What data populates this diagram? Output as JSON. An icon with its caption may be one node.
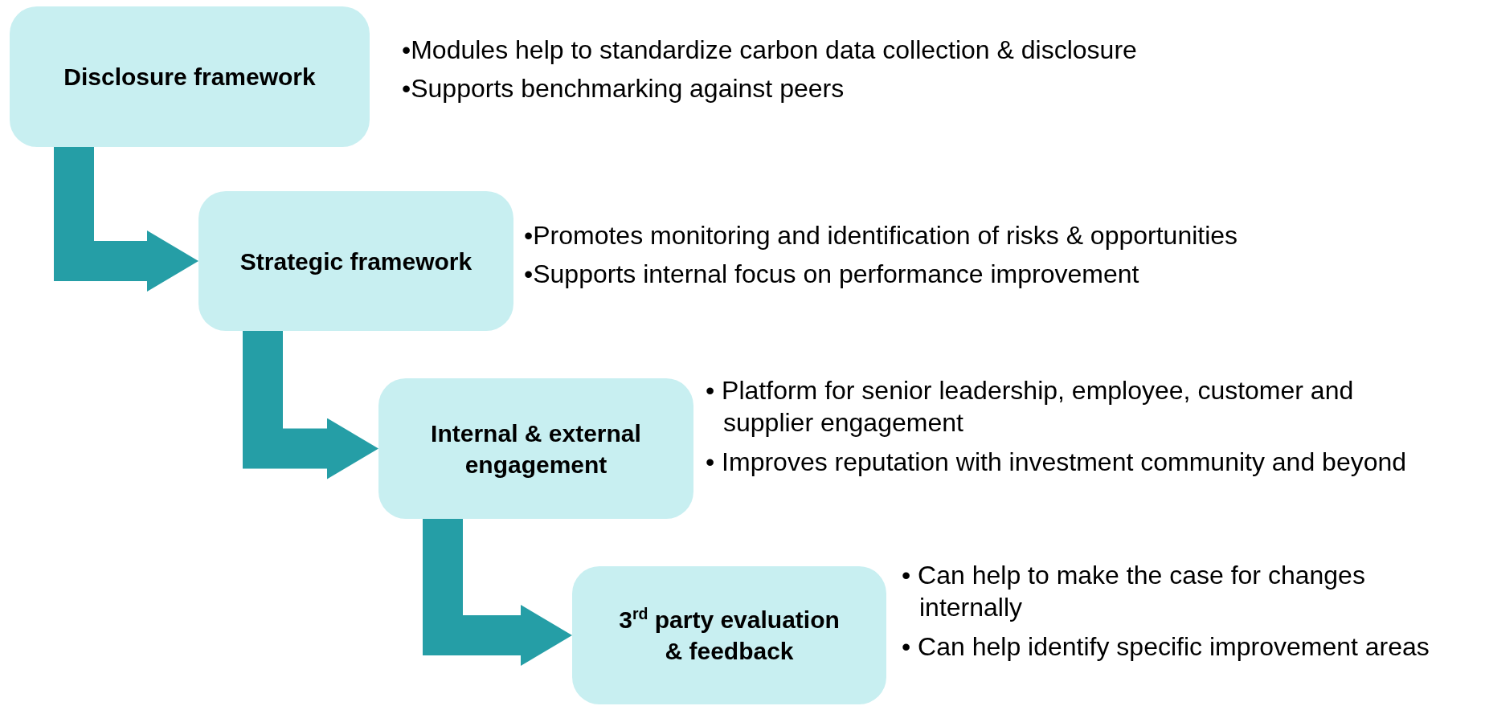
{
  "diagram": {
    "nodes": [
      {
        "text": [
          "Disclosure framework"
        ],
        "beside": [
          "•Modules help to standardize carbon data collection & disclosure",
          "•Supports benchmarking against peers"
        ]
      },
      {
        "text": [
          "Strategic framework"
        ],
        "beside": [
          "•Promotes monitoring and identification of risks & opportunities",
          "•Supports internal focus on performance improvement"
        ]
      },
      {
        "text": [
          "Internal & external engagement"
        ],
        "beside": [
          "• Platform for senior leadership, employee, customer and supplier engagement",
          "• Improves reputation with investment community and beyond"
        ]
      },
      {
        "text": [
          "3$^{rd}$ party evaluation & feedback"
        ],
        "beside": [
          "• Can help to make the case for changes internally",
          "• Can help identify specific improvement areas"
        ]
      }
    ],
    "edges": [
      {
        "from": 0,
        "to": 1,
        "arrow": "to"
      },
      {
        "from": 1,
        "to": 2,
        "arrow": "to"
      },
      {
        "from": 2,
        "to": 3,
        "arrow": "to"
      }
    ]
  }
}
